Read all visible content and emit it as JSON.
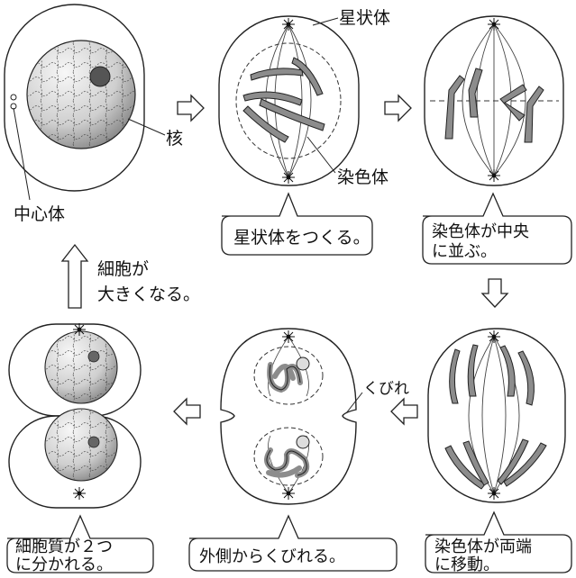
{
  "labels": {
    "aster": "星状体",
    "nucleus": "核",
    "chromosome": "染色体",
    "centrosome": "中心体",
    "constriction": "くびれ",
    "grow_1": "細胞が",
    "grow_2": "大きくなる。"
  },
  "captions": {
    "c2": "星状体をつくる。",
    "c3_1": "染色体が中央",
    "c3_2": "に並ぶ。",
    "c4_1": "染色体が両端",
    "c4_2": "に移動。",
    "c5": "外側からくびれる。",
    "c6_1": "細胞質が２つ",
    "c6_2": "に分かれる。"
  },
  "colors": {
    "line": "#222222",
    "chromosome_fill": "#8c8c8c",
    "nucleus_light": "#f2f2f2",
    "nucleus_dark": "#8a8a8a"
  },
  "icons": {
    "arrow": "hollow-arrow-icon",
    "centrosome": "star-burst-icon"
  }
}
